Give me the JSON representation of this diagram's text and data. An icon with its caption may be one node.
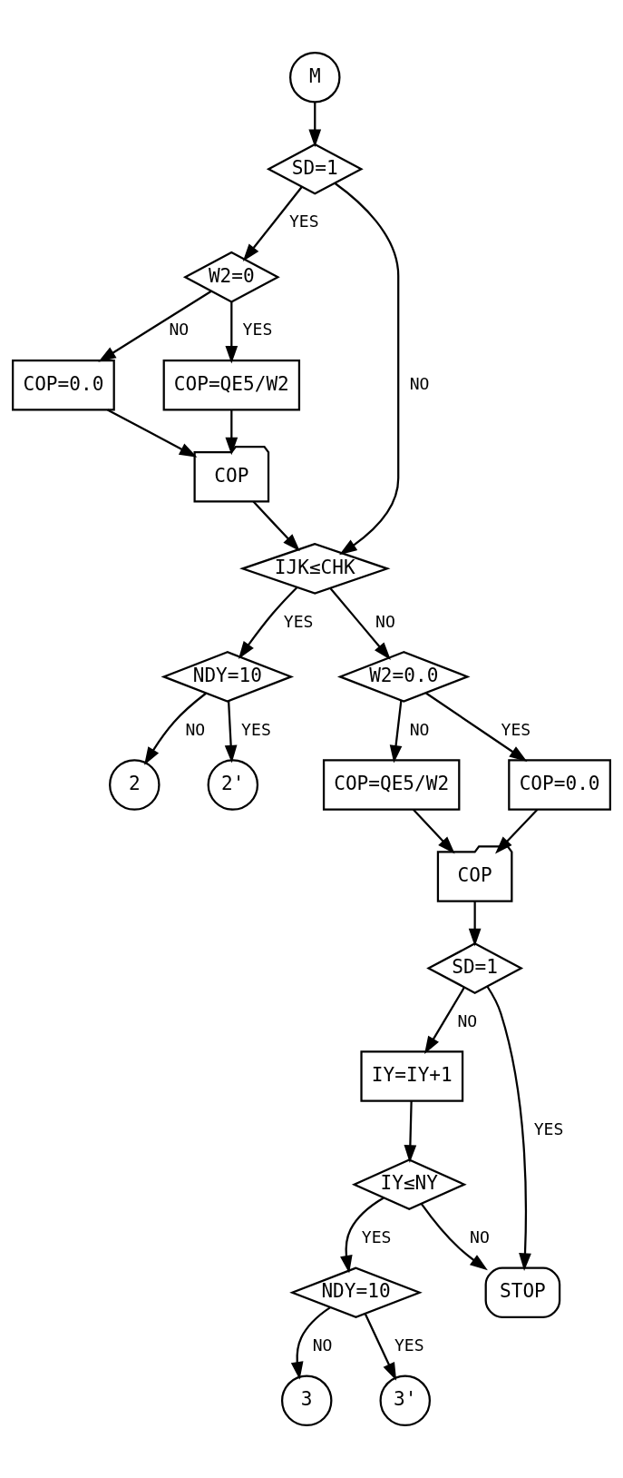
{
  "diagram": {
    "nodes": [
      {
        "text": [
          "M"
        ]
      },
      {
        "text": [
          "SD=1"
        ]
      },
      {
        "text": [
          "W2=0"
        ]
      },
      {
        "text": [
          "COP=0.0"
        ]
      },
      {
        "text": [
          "COP=QE5/W2"
        ]
      },
      {
        "text": [
          "COP"
        ]
      },
      {
        "text": [
          "IJK≤CHK"
        ]
      },
      {
        "text": [
          "NDY=10"
        ]
      },
      {
        "text": [
          "2"
        ]
      },
      {
        "text": [
          "2'"
        ]
      },
      {
        "text": [
          "W2=0.0"
        ]
      },
      {
        "text": [
          "COP=QE5/W2"
        ]
      },
      {
        "text": [
          "COP=0.0"
        ]
      },
      {
        "text": [
          "COP"
        ]
      },
      {
        "text": [
          "SD=1"
        ]
      },
      {
        "text": [
          "IY=IY+1"
        ]
      },
      {
        "text": [
          "IY≤NY"
        ]
      },
      {
        "text": [
          "NDY=10"
        ]
      },
      {
        "text": [
          "3"
        ]
      },
      {
        "text": [
          "3'"
        ]
      },
      {
        "text": [
          "STOP"
        ]
      }
    ],
    "edges": [
      {
        "from": 0,
        "to": 1,
        "arrow": "to"
      },
      {
        "from": 1,
        "to": 2,
        "arrow": "to",
        "label": "YES"
      },
      {
        "from": 2,
        "to": 3,
        "arrow": "to",
        "label": "NO"
      },
      {
        "from": 2,
        "to": 4,
        "arrow": "to",
        "label": "YES"
      },
      {
        "from": 3,
        "to": 5,
        "arrow": "to"
      },
      {
        "from": 4,
        "to": 5,
        "arrow": "to"
      },
      {
        "from": 1,
        "to": 6,
        "arrow": "to",
        "label": "NO"
      },
      {
        "from": 5,
        "to": 6,
        "arrow": "to"
      },
      {
        "from": 6,
        "to": 7,
        "arrow": "to",
        "label": "YES"
      },
      {
        "from": 7,
        "to": 8,
        "arrow": "to",
        "label": "NO"
      },
      {
        "from": 7,
        "to": 9,
        "arrow": "to",
        "label": "YES"
      },
      {
        "from": 6,
        "to": 10,
        "arrow": "to",
        "label": "NO"
      },
      {
        "from": 10,
        "to": 11,
        "arrow": "to",
        "label": "NO"
      },
      {
        "from": 10,
        "to": 12,
        "arrow": "to",
        "label": "YES"
      },
      {
        "from": 11,
        "to": 13,
        "arrow": "to"
      },
      {
        "from": 12,
        "to": 13,
        "arrow": "to"
      },
      {
        "from": 13,
        "to": 14,
        "arrow": "to"
      },
      {
        "from": 14,
        "to": 20,
        "arrow": "to",
        "label": "YES"
      },
      {
        "from": 14,
        "to": 15,
        "arrow": "to",
        "label": "NO"
      },
      {
        "from": 15,
        "to": 16,
        "arrow": "to"
      },
      {
        "from": 16,
        "to": 17,
        "arrow": "to",
        "label": "YES"
      },
      {
        "from": 17,
        "to": 18,
        "arrow": "to",
        "label": "NO"
      },
      {
        "from": 17,
        "to": 19,
        "arrow": "to",
        "label": "YES"
      },
      {
        "from": 16,
        "to": 20,
        "arrow": "to",
        "label": "NO"
      }
    ]
  }
}
